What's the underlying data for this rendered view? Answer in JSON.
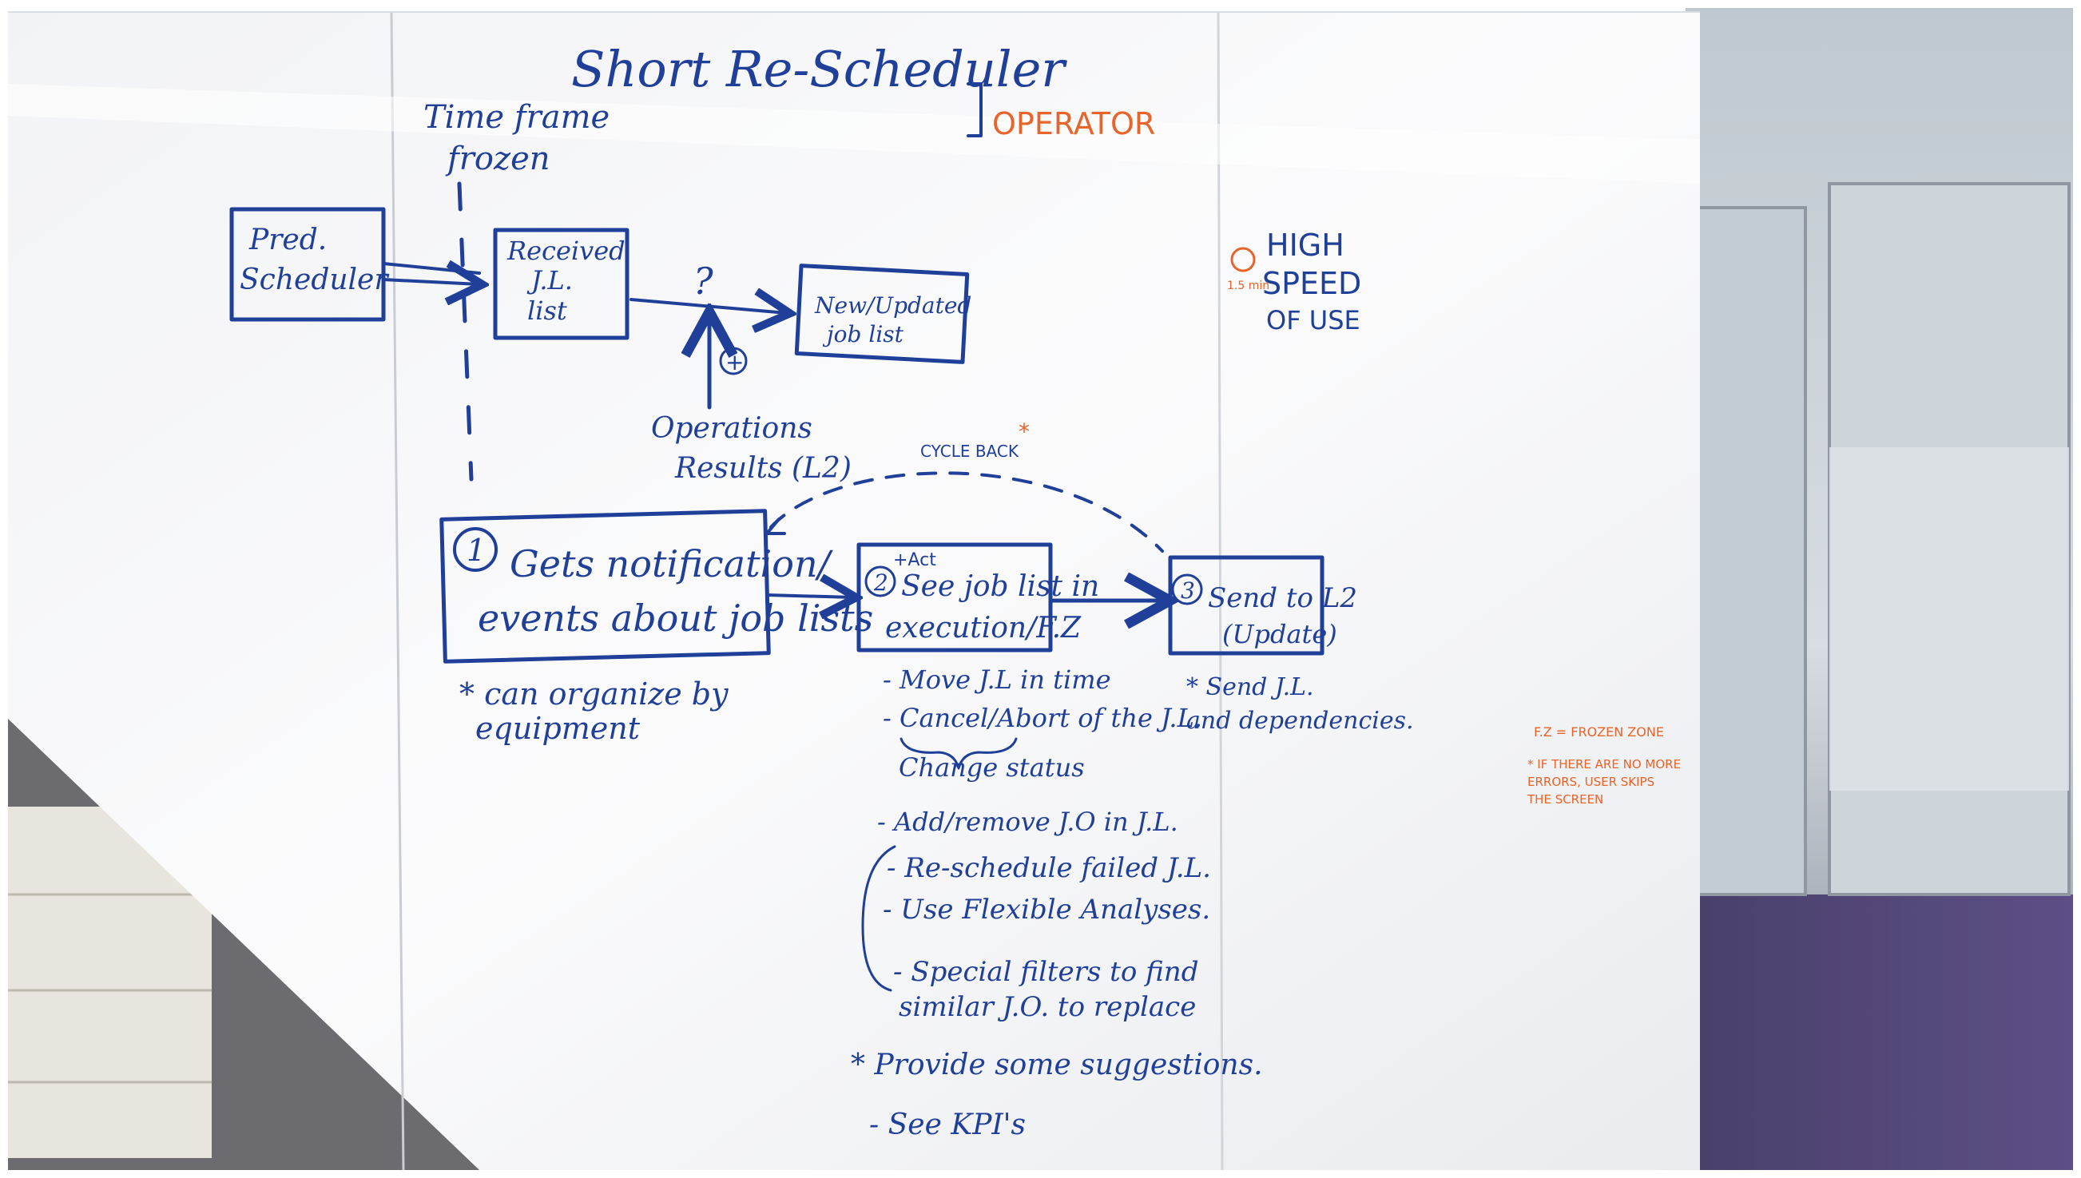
{
  "whiteboard": {
    "title": "Short Re-Scheduler",
    "role_tag": "OPERATOR",
    "time_frame_label_1": "Time frame",
    "time_frame_label_2": "frozen",
    "pred_scheduler": [
      "Pred.",
      "Scheduler"
    ],
    "received_job_list": [
      "Received",
      "J.L.",
      "list"
    ],
    "question_mark": "?",
    "plus_mark": "+",
    "new_updated_job_list": [
      "New/Updated",
      "job list"
    ],
    "operations_results": [
      "Operations",
      "Results (L2)"
    ],
    "cycle_back": "CYCLE BACK",
    "high_speed": [
      "HIGH",
      "SPEED",
      "OF USE"
    ],
    "timer_note": "1.5 min",
    "step1": {
      "number": "1",
      "line1": "Gets notification/",
      "line2": "events about job lists"
    },
    "step1_note": [
      "* can organize by",
      "equipment"
    ],
    "step2": {
      "number": "2",
      "act": "+Act",
      "line1": "See job list in",
      "line2": "execution/F.Z"
    },
    "step3": {
      "number": "3",
      "line1": "Send to L2",
      "line2": "(Update)"
    },
    "step3_note": [
      "* Send J.L.",
      "and dependencies."
    ],
    "actions": [
      "- Move J.L in time",
      "- Cancel/Abort of the J.L.",
      "Change status",
      "- Add/remove J.O in J.L.",
      "- Re-schedule failed J.L.",
      "- Use Flexible Analyses.",
      "- Special filters to find",
      "similar J.O. to replace",
      "* Provide some suggestions.",
      "- See KPI's"
    ],
    "fz_note": "F.Z = FROZEN ZONE",
    "error_note": [
      "* IF THERE ARE NO MORE",
      "ERRORS, USER SKIPS",
      "THE SCREEN"
    ]
  }
}
